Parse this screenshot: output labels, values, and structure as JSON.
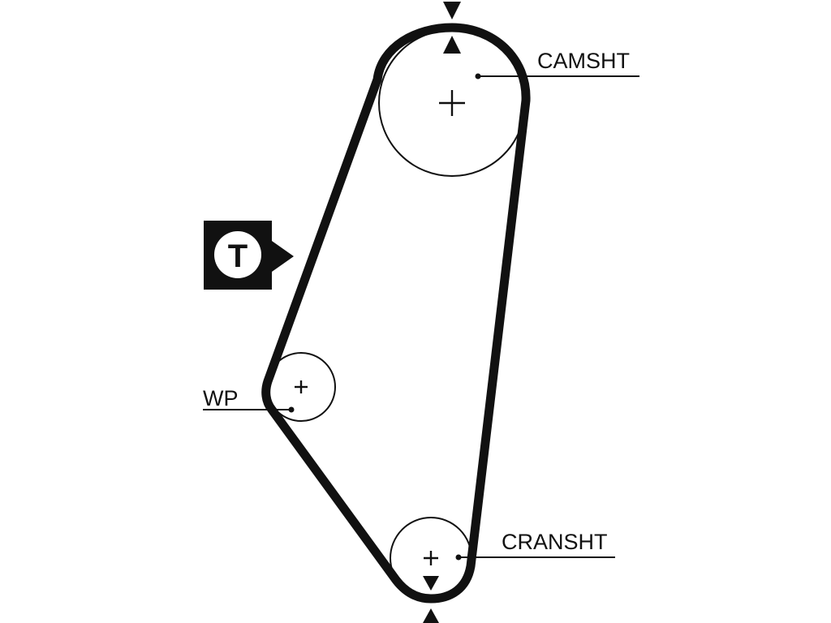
{
  "labels": {
    "camshaft": "CAMSHT",
    "water_pump": "WP",
    "crankshaft": "CRANSHT"
  },
  "tensioner": {
    "letter": "T"
  },
  "colors": {
    "ink": "#111111",
    "background": "#ffffff",
    "badge_fill": "#111111",
    "badge_circle": "#ffffff"
  }
}
